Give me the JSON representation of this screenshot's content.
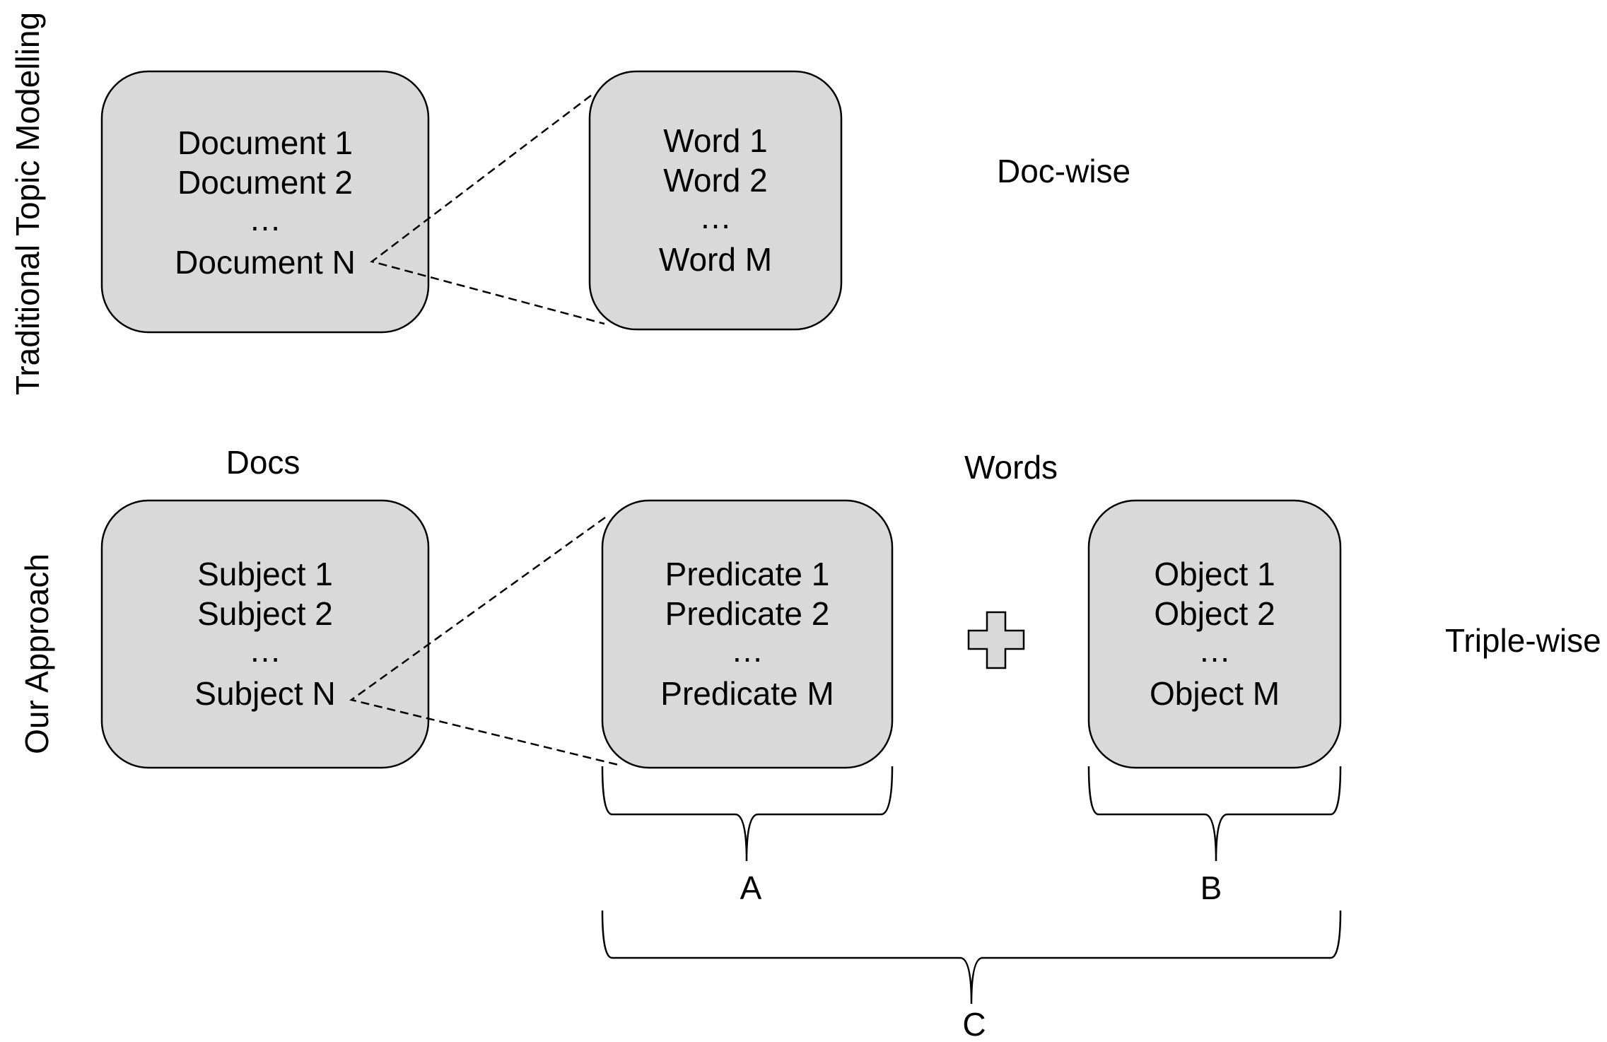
{
  "rows": {
    "traditional_label": "Traditional Topic Modelling",
    "approach_label": "Our Approach"
  },
  "top": {
    "docs_box": {
      "line1": "Document 1",
      "line2": "Document 2",
      "ellipsis": "…",
      "lineN": "Document N"
    },
    "words_box": {
      "line1": "Word 1",
      "line2": "Word 2",
      "ellipsis": "…",
      "lineN": "Word M"
    },
    "side_label": "Doc-wise"
  },
  "bottom": {
    "docs_heading": "Docs",
    "words_heading": "Words",
    "subject_box": {
      "line1": "Subject 1",
      "line2": "Subject 2",
      "ellipsis": "…",
      "lineN": "Subject N"
    },
    "predicate_box": {
      "line1": "Predicate 1",
      "line2": "Predicate 2",
      "ellipsis": "…",
      "lineN": "Predicate M"
    },
    "object_box": {
      "line1": "Object 1",
      "line2": "Object 2",
      "ellipsis": "…",
      "lineN": "Object M"
    },
    "side_label": "Triple-wise",
    "brace_labels": {
      "a": "A",
      "b": "B",
      "c": "C"
    }
  },
  "colors": {
    "box_fill": "#d9d9d9",
    "stroke": "#000000"
  }
}
